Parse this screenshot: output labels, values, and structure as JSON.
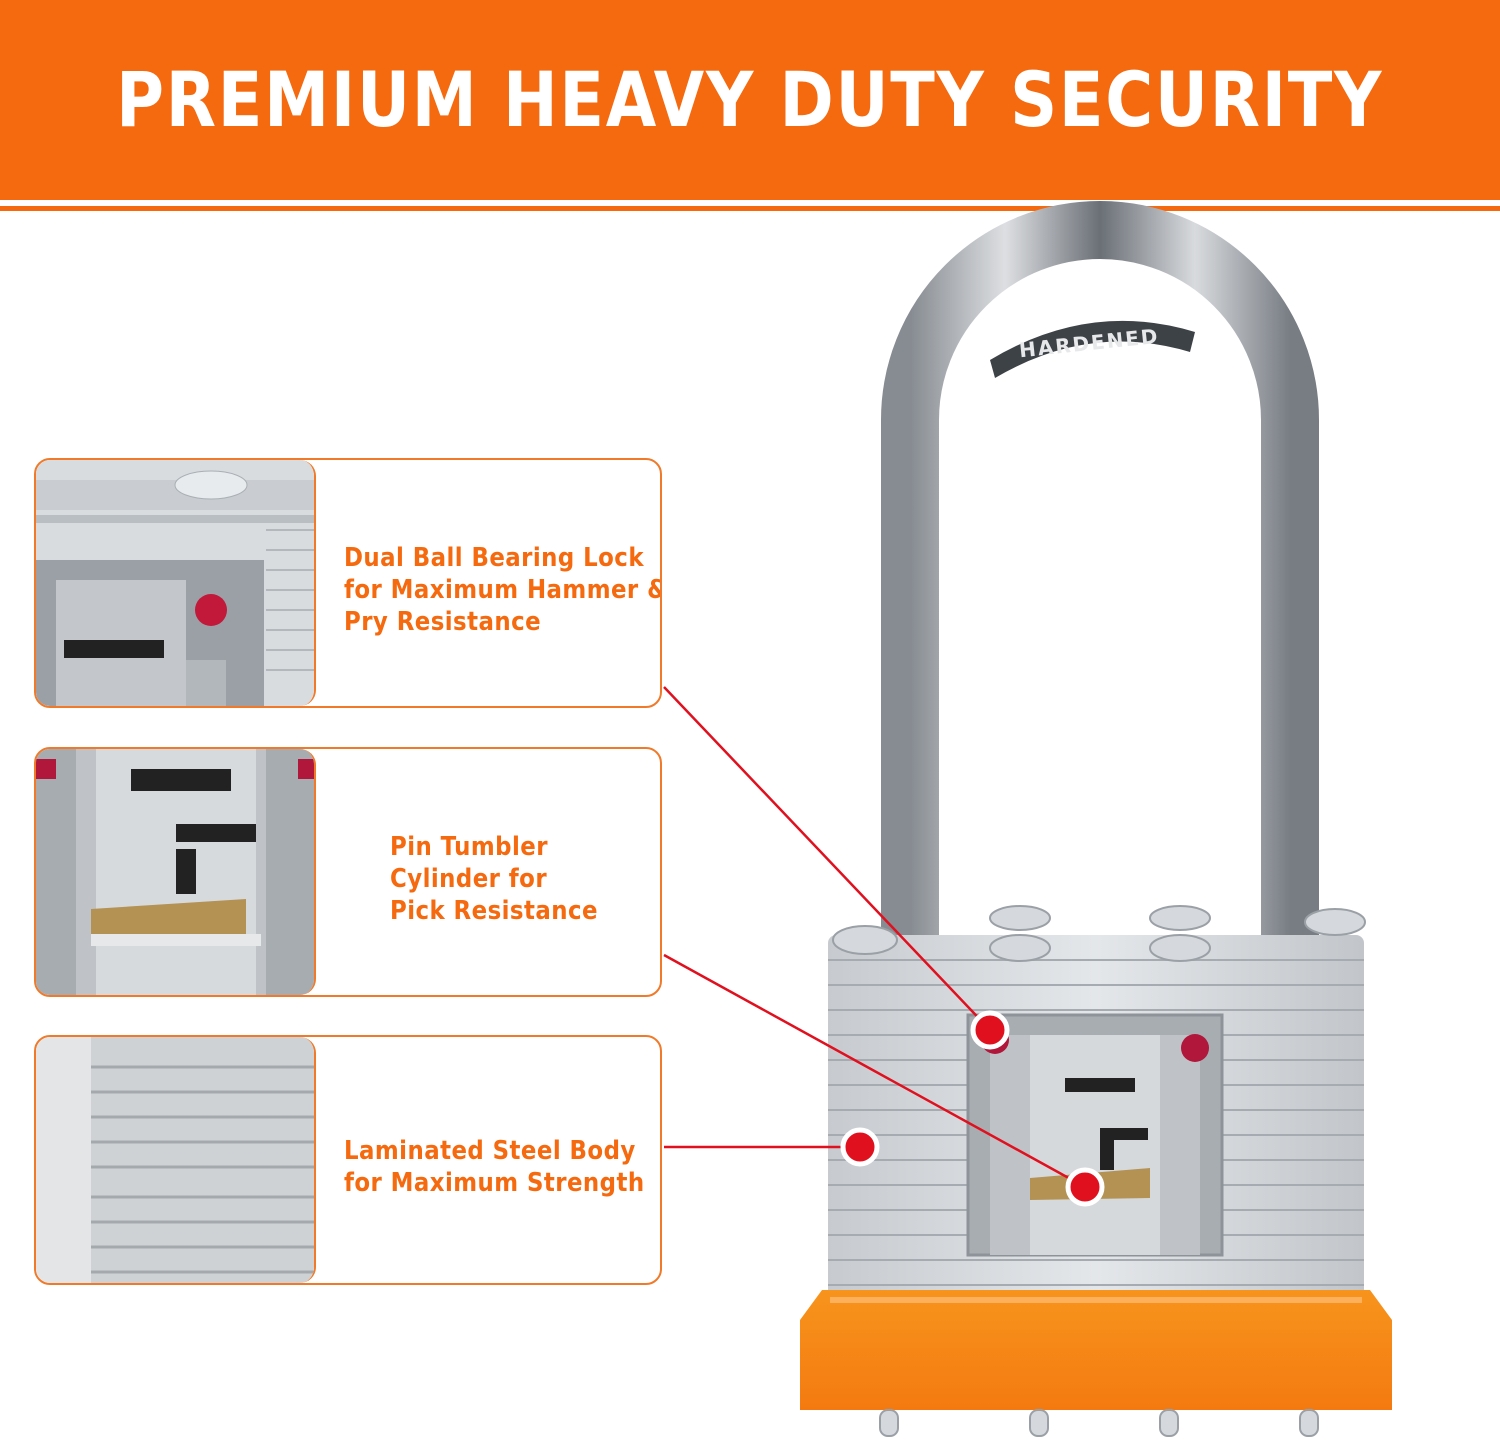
{
  "header": {
    "title": "PREMIUM HEAVY DUTY SECURITY"
  },
  "shackle": {
    "engraving": "HARDENED"
  },
  "features": [
    {
      "lines": [
        "Dual Ball Bearing Lock",
        "for Maximum Hammer &",
        "Pry Resistance"
      ]
    },
    {
      "lines": [
        "Pin Tumbler",
        "Cylinder for",
        "Pick Resistance"
      ]
    },
    {
      "lines": [
        "Laminated Steel Body",
        "for Maximum Strength"
      ]
    }
  ],
  "colors": {
    "brand_orange": "#f5690f",
    "marker_red": "#e0101e",
    "bumper_orange": "#f7941d"
  }
}
